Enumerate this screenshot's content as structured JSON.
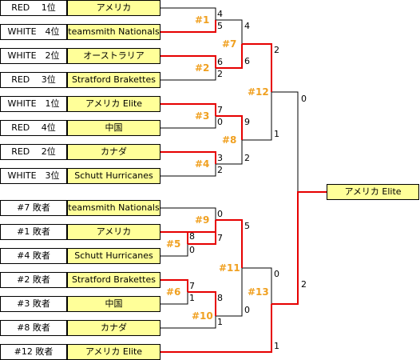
{
  "slots": [
    {
      "seed": "RED 　1位",
      "team": "アメリカ"
    },
    {
      "seed": "WHITE　4位",
      "team": "teamsmith Nationals"
    },
    {
      "seed": "WHITE　2位",
      "team": "オーストラリア"
    },
    {
      "seed": "RED 　3位",
      "team": "Stratford Brakettes"
    },
    {
      "seed": "WHITE　1位",
      "team": "アメリカ Elite"
    },
    {
      "seed": "RED 　4位",
      "team": "中国"
    },
    {
      "seed": "RED 　2位",
      "team": "カナダ"
    },
    {
      "seed": "WHITE　3位",
      "team": "Schutt Hurricanes"
    },
    {
      "seed": "#7 敗者",
      "team": "teamsmith Nationals"
    },
    {
      "seed": "#1 敗者",
      "team": "アメリカ"
    },
    {
      "seed": "#4 敗者",
      "team": "Schutt Hurricanes"
    },
    {
      "seed": "#2 敗者",
      "team": "Stratford Brakettes"
    },
    {
      "seed": "#3 敗者",
      "team": "中国"
    },
    {
      "seed": "#8 敗者",
      "team": "カナダ"
    },
    {
      "seed": "#12 敗者",
      "team": "アメリカ Elite"
    }
  ],
  "champion": "アメリカ Elite",
  "match_labels": {
    "m1": "#1",
    "m2": "#2",
    "m3": "#3",
    "m4": "#4",
    "m5": "#5",
    "m6": "#6",
    "m7": "#7",
    "m8": "#8",
    "m9": "#9",
    "m10": "#10",
    "m11": "#11",
    "m12": "#12",
    "m13": "#13"
  },
  "scores": {
    "m1_top": "4",
    "m1_bottom": "5",
    "m2_top": "6",
    "m2_bottom": "2",
    "m3_top": "7",
    "m3_bottom": "0",
    "m4_top": "3",
    "m4_bottom": "2",
    "m7_top": "4",
    "m7_bottom": "6",
    "m8_top": "9",
    "m8_bottom": "2",
    "m12_top": "2",
    "m12_bottom": "1",
    "m5_top": "8",
    "m5_bottom": "0",
    "m6_top": "7",
    "m6_bottom": "1",
    "m9_top": "0",
    "m9_bottom": "7",
    "m10_top": "8",
    "m10_bottom": "1",
    "m11_top": "5",
    "m11_bottom": "0",
    "m13_top": "0",
    "m13_bottom": "1",
    "final_top": "0",
    "final_bottom": "2"
  },
  "colors": {
    "win_line": "#e60000",
    "line": "#000000",
    "team_fill": "#ffff99",
    "match_label": "#f0a020"
  }
}
